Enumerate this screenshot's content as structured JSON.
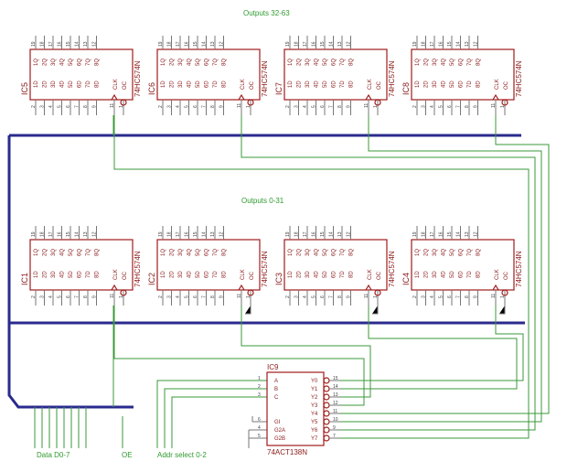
{
  "labels": {
    "outputs_top": "Outputs 32-63",
    "outputs_mid": "Outputs 0-31",
    "data": "Data D0-7",
    "oe": "OE",
    "addr": "Addr select 0-2"
  },
  "latch": {
    "part": "74HC574N",
    "q_pins": [
      "1Q",
      "2Q",
      "3Q",
      "4Q",
      "5Q",
      "6Q",
      "7Q",
      "8Q"
    ],
    "d_pins": [
      "1D",
      "2D",
      "3D",
      "4D",
      "5D",
      "6D",
      "7D",
      "8D"
    ],
    "clk": "CLK",
    "oc": "OC",
    "top_pin_numbers": [
      "19",
      "18",
      "17",
      "16",
      "15",
      "14",
      "13",
      "12"
    ],
    "bottom_pin_numbers": [
      "2",
      "3",
      "4",
      "5",
      "6",
      "7",
      "8",
      "9",
      "11",
      "1"
    ]
  },
  "ics_top": [
    "IC5",
    "IC6",
    "IC7",
    "IC8"
  ],
  "ics_mid": [
    "IC1",
    "IC2",
    "IC3",
    "IC4"
  ],
  "decoder": {
    "name": "IC9",
    "part": "74ACT138N",
    "inputs": [
      "A",
      "B",
      "C"
    ],
    "input_pin_numbers": [
      "1",
      "2",
      "3"
    ],
    "enables": [
      "GI",
      "G2A",
      "G2B"
    ],
    "enable_pin_numbers": [
      "6",
      "4",
      "5"
    ],
    "outputs": [
      "Y0",
      "Y1",
      "Y2",
      "Y3",
      "Y4",
      "Y5",
      "Y6",
      "Y7"
    ],
    "output_pin_numbers": [
      "15",
      "14",
      "13",
      "12",
      "11",
      "10",
      "9",
      "7"
    ]
  },
  "colors": {
    "chip": "#a01a1a",
    "wire": "#3a9a3a",
    "bus": "#2a2a8e"
  }
}
